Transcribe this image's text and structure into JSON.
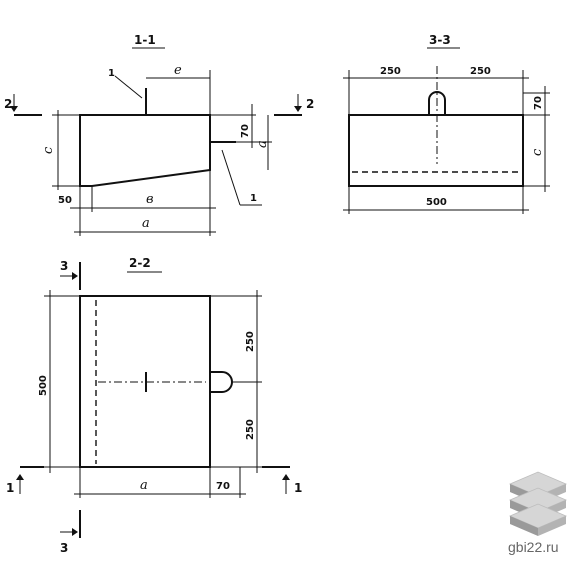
{
  "sections": {
    "s11": "1-1",
    "s33": "3-3",
    "s22": "2-2"
  },
  "markers": {
    "one": "1",
    "two": "2",
    "three": "3"
  },
  "dims": {
    "d250": "250",
    "d500": "500",
    "d70": "70",
    "d50": "50",
    "a": "a",
    "b": "в",
    "c": "c",
    "e": "e"
  },
  "watermark": "gbi22.ru",
  "colors": {
    "ink": "#111111",
    "logo_light": "#d6d6d6",
    "logo_dark": "#9a9a9a"
  }
}
